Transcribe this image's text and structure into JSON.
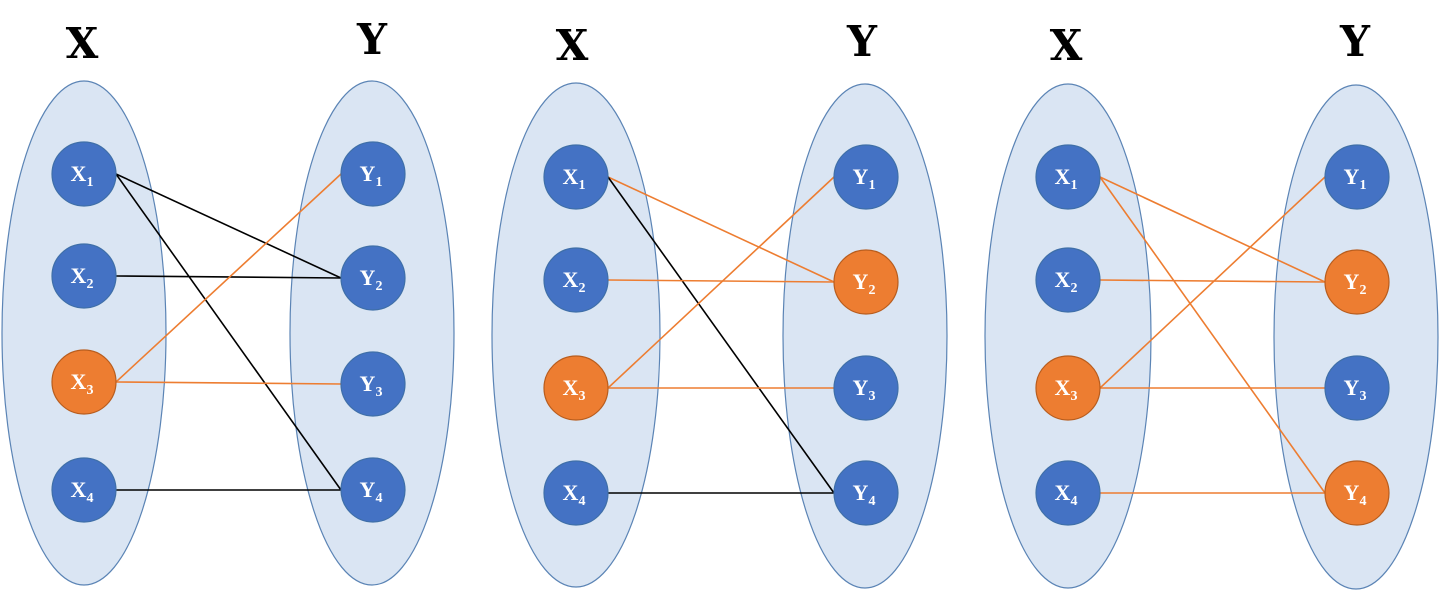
{
  "colors": {
    "node_default": "#4472c4",
    "node_highlight": "#ed7d31",
    "edge_default": "#000000",
    "edge_highlight": "#ed7d31"
  },
  "panels": [
    {
      "left_label": "X",
      "right_label": "Y",
      "left_nodes": [
        {
          "base": "X",
          "sub": "1",
          "highlight": false
        },
        {
          "base": "X",
          "sub": "2",
          "highlight": false
        },
        {
          "base": "X",
          "sub": "3",
          "highlight": true
        },
        {
          "base": "X",
          "sub": "4",
          "highlight": false
        }
      ],
      "right_nodes": [
        {
          "base": "Y",
          "sub": "1",
          "highlight": false
        },
        {
          "base": "Y",
          "sub": "2",
          "highlight": false
        },
        {
          "base": "Y",
          "sub": "3",
          "highlight": false
        },
        {
          "base": "Y",
          "sub": "4",
          "highlight": false
        }
      ],
      "edges": [
        {
          "from": "X1",
          "to": "Y2",
          "highlight": false
        },
        {
          "from": "X1",
          "to": "Y4",
          "highlight": false
        },
        {
          "from": "X2",
          "to": "Y2",
          "highlight": false
        },
        {
          "from": "X3",
          "to": "Y1",
          "highlight": true
        },
        {
          "from": "X3",
          "to": "Y3",
          "highlight": true
        },
        {
          "from": "X4",
          "to": "Y4",
          "highlight": false
        }
      ]
    },
    {
      "left_label": "X",
      "right_label": "Y",
      "left_nodes": [
        {
          "base": "X",
          "sub": "1",
          "highlight": false
        },
        {
          "base": "X",
          "sub": "2",
          "highlight": false
        },
        {
          "base": "X",
          "sub": "3",
          "highlight": true
        },
        {
          "base": "X",
          "sub": "4",
          "highlight": false
        }
      ],
      "right_nodes": [
        {
          "base": "Y",
          "sub": "1",
          "highlight": false
        },
        {
          "base": "Y",
          "sub": "2",
          "highlight": true
        },
        {
          "base": "Y",
          "sub": "3",
          "highlight": false
        },
        {
          "base": "Y",
          "sub": "4",
          "highlight": false
        }
      ],
      "edges": [
        {
          "from": "X1",
          "to": "Y2",
          "highlight": true
        },
        {
          "from": "X1",
          "to": "Y4",
          "highlight": false
        },
        {
          "from": "X2",
          "to": "Y2",
          "highlight": true
        },
        {
          "from": "X3",
          "to": "Y1",
          "highlight": true
        },
        {
          "from": "X3",
          "to": "Y3",
          "highlight": true
        },
        {
          "from": "X4",
          "to": "Y4",
          "highlight": false
        }
      ]
    },
    {
      "left_label": "X",
      "right_label": "Y",
      "left_nodes": [
        {
          "base": "X",
          "sub": "1",
          "highlight": false
        },
        {
          "base": "X",
          "sub": "2",
          "highlight": false
        },
        {
          "base": "X",
          "sub": "3",
          "highlight": true
        },
        {
          "base": "X",
          "sub": "4",
          "highlight": false
        }
      ],
      "right_nodes": [
        {
          "base": "Y",
          "sub": "1",
          "highlight": false
        },
        {
          "base": "Y",
          "sub": "2",
          "highlight": true
        },
        {
          "base": "Y",
          "sub": "3",
          "highlight": false
        },
        {
          "base": "Y",
          "sub": "4",
          "highlight": true
        }
      ],
      "edges": [
        {
          "from": "X1",
          "to": "Y2",
          "highlight": true
        },
        {
          "from": "X1",
          "to": "Y4",
          "highlight": true
        },
        {
          "from": "X2",
          "to": "Y2",
          "highlight": true
        },
        {
          "from": "X3",
          "to": "Y1",
          "highlight": true
        },
        {
          "from": "X3",
          "to": "Y3",
          "highlight": true
        },
        {
          "from": "X4",
          "to": "Y4",
          "highlight": true
        }
      ]
    }
  ]
}
